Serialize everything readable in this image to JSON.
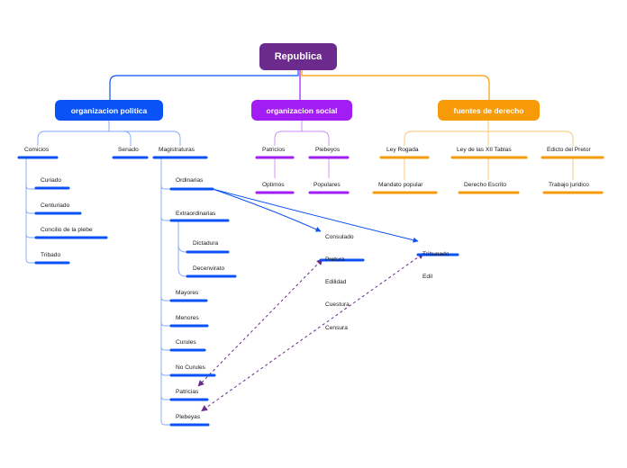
{
  "root": {
    "title": "Republica"
  },
  "categories": [
    {
      "id": "politica",
      "title": "organizacion politica",
      "color": "#0a52f5"
    },
    {
      "id": "social",
      "title": "organizacion social",
      "color": "#a21cf4"
    },
    {
      "id": "derecho",
      "title": "fuentes de derecho",
      "color": "#f79a07"
    }
  ],
  "politica": {
    "comicios": {
      "label": "Comicios",
      "children": [
        "Curiado",
        "Centuriado",
        "Concilio de la plebe",
        "Tribado"
      ]
    },
    "senado": {
      "label": "Senado"
    },
    "magistraturas": {
      "label": "Magistraturas",
      "ordinarias": "Ordinarias",
      "extraordinarias": {
        "label": "Extraordinarias",
        "children": [
          "Dictadura",
          "Decenvirato"
        ]
      },
      "types": [
        "Mayores",
        "Menores",
        "Curules",
        "No Curules",
        "Patricias",
        "Plebeyas"
      ],
      "ordinary_offices": [
        "Consulado",
        "Pretura",
        "Edilidad",
        "Cuestura",
        "Censura"
      ],
      "tribunado": [
        "Tribunado",
        "Edil"
      ]
    }
  },
  "social": {
    "patricios": {
      "label": "Patricios",
      "child": "Optimos"
    },
    "plebeyos": {
      "label": "Plebeyos",
      "child": "Populares"
    }
  },
  "derecho": {
    "items": [
      {
        "label": "Ley Rogada",
        "child": "Mandato popular"
      },
      {
        "label": "Ley de las XII Tablas",
        "child": "Derecho Escrito"
      },
      {
        "label": "Edicto del Pretor",
        "child": "Trabajo juridico"
      }
    ]
  },
  "colors": {
    "root": "#6b2a8c",
    "blue": "#0a52f5",
    "blue_line": "#7fa8f7",
    "purple": "#a21cf4",
    "purple_line": "#cf8bf7",
    "orange": "#f79a07",
    "orange_line": "#fbc46a",
    "relation": "#6b2a8c"
  }
}
